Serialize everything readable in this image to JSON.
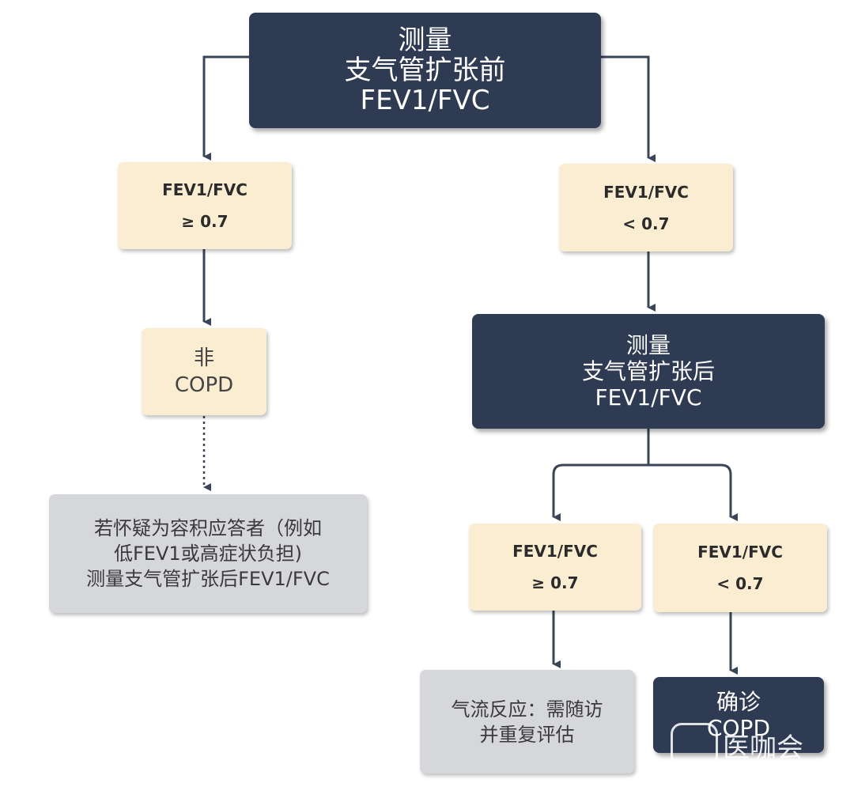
{
  "top": {
    "lines": [
      "测量",
      "支气管扩张前",
      "FEV1/FVC"
    ]
  },
  "left_ratio": {
    "label": "FEV1/FVC",
    "value": "≥ 0.7"
  },
  "right_ratio": {
    "label": "FEV1/FVC",
    "value": "< 0.7"
  },
  "non_copd": {
    "lines": [
      "非",
      "COPD"
    ]
  },
  "suspect_note": {
    "lines": [
      "若怀疑为容积应答者（例如",
      "低FEV1或高症状负担)",
      "测量支气管扩张后FEV1/FVC"
    ]
  },
  "post_measure": {
    "lines": [
      "测量",
      "支气管扩张后",
      "FEV1/FVC"
    ]
  },
  "post_ge": {
    "label": "FEV1/FVC",
    "value": "≥ 0.7"
  },
  "post_lt": {
    "label": "FEV1/FVC",
    "value": "< 0.7"
  },
  "airflow": {
    "lines": [
      "气流反应：需随访",
      "并重复评估"
    ]
  },
  "confirm": {
    "lines": [
      "确诊",
      "COPD"
    ]
  },
  "watermark": {
    "text": "医咖会"
  },
  "colors": {
    "dark": "#2f3b52",
    "cream": "#fbedd1",
    "grey": "#d6d7db",
    "line": "#3b4558"
  }
}
